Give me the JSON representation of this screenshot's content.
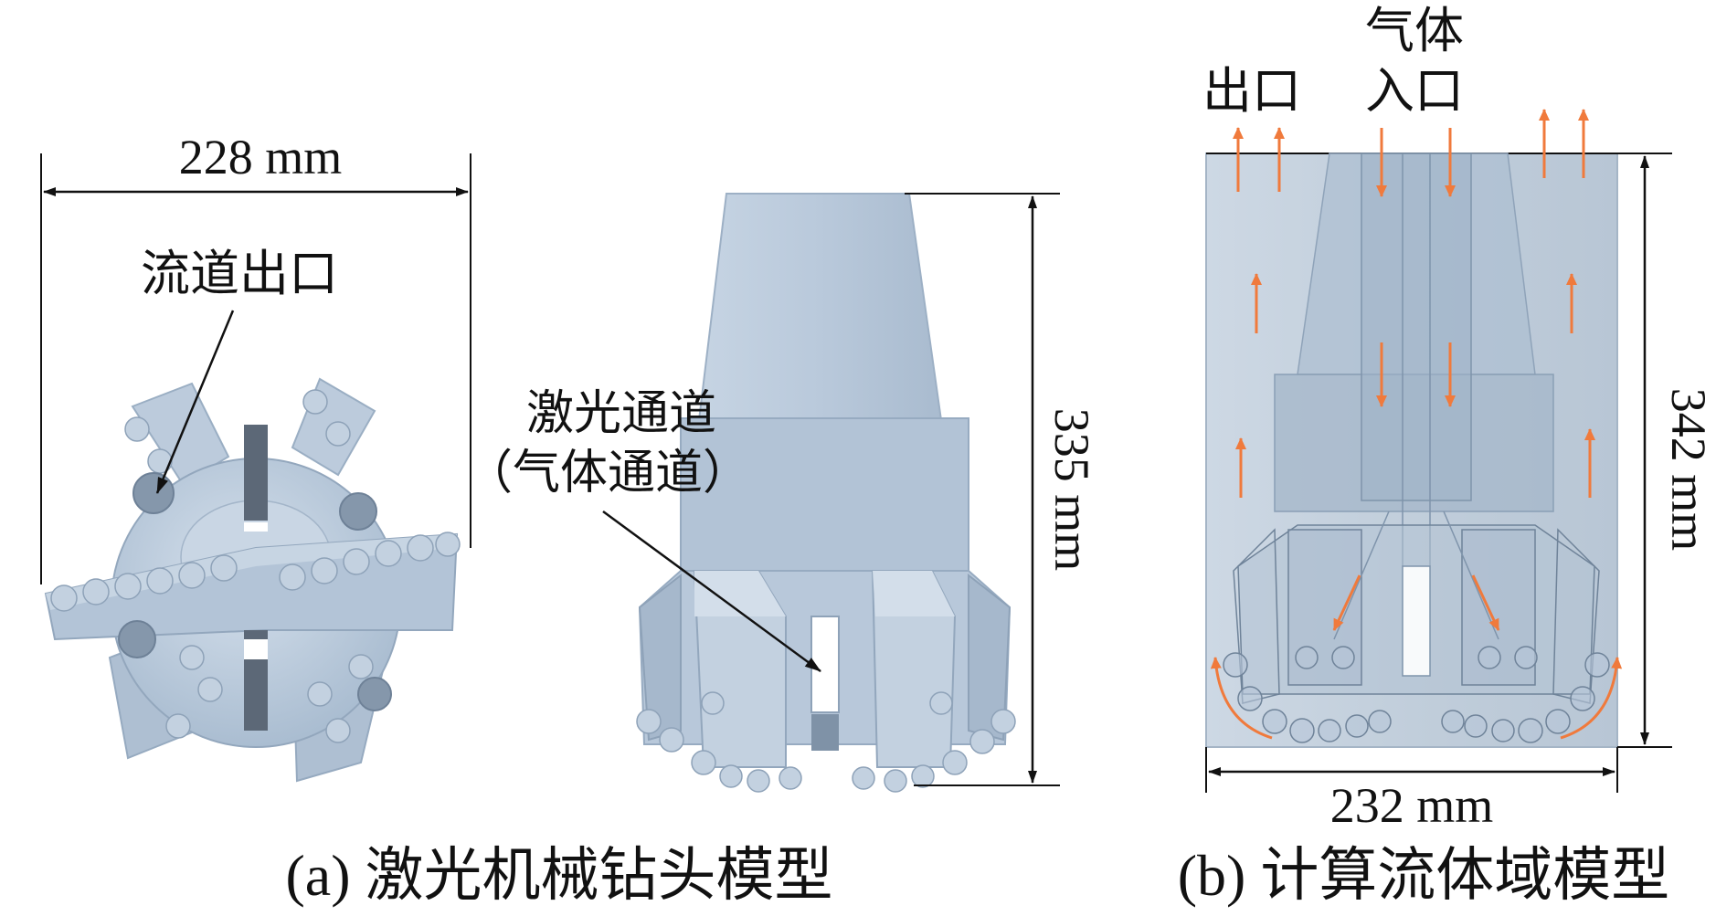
{
  "panel_a": {
    "caption": "(a) 激光机械钻头模型",
    "width_dim": "228 mm",
    "height_dim": "335 mm",
    "label_outlet": "流道出口",
    "label_laser_channel": "激光通道",
    "label_gas_channel": "（气体通道）"
  },
  "panel_b": {
    "caption": "(b) 计算流体域模型",
    "label_outlet": "出口",
    "label_gas": "气体",
    "label_inlet": "入口",
    "height_dim": "342 mm",
    "width_dim": "232 mm"
  },
  "colors": {
    "model_fill": "#b7c7d9",
    "model_light": "#cfdbe8",
    "model_dark": "#8ea2b8",
    "domain_fill": "#c4d0dc",
    "flow_arrow": "#f07a3c",
    "dimension_line": "#111111"
  }
}
